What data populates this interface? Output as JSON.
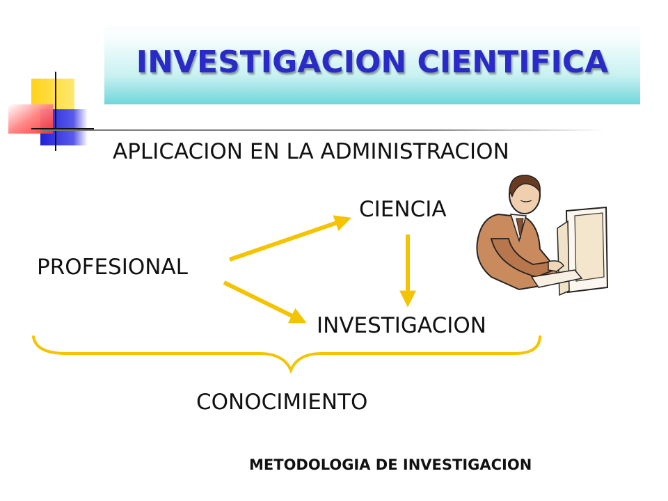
{
  "title": "INVESTIGACION CIENTIFICA",
  "subtitle": "APLICACION EN LA ADMINISTRACION",
  "nodes": {
    "ciencia": "CIENCIA",
    "profesional": "PROFESIONAL",
    "investigacion": "INVESTIGACION",
    "conocimiento": "CONOCIMIENTO"
  },
  "footer": "METODOLOGIA DE INVESTIGACION",
  "colors": {
    "title": "#2a2ac8",
    "title_band": "#6fd6da",
    "arrow": "#f5c400",
    "brace": "#f5c400",
    "deco_yellow": "#ffd21a",
    "deco_blue": "#2b2fe0",
    "deco_red": "#ff4a4a"
  },
  "icons": [
    "office-worker-clipart-icon",
    "color-squares-decoration-icon"
  ]
}
